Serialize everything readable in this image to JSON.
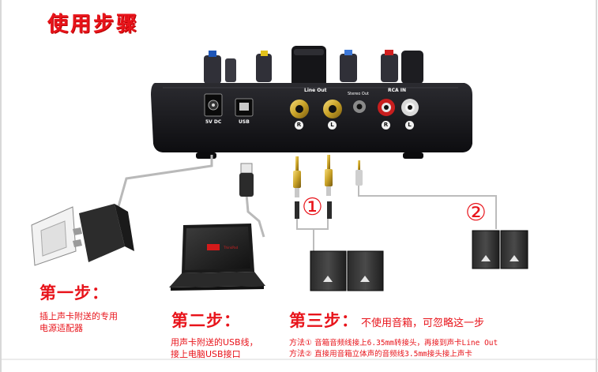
{
  "title": "使用步骤",
  "device": {
    "labels": {
      "power": "5V DC",
      "usb": "USB",
      "line_out": "Line Out",
      "stereo_out": "Stereo Out",
      "rca_in": "RCA IN"
    },
    "jack_letters": [
      "R",
      "L",
      "R",
      "L"
    ]
  },
  "laptop_brand": "ThinkPad",
  "markers": [
    "①",
    "②"
  ],
  "step1": {
    "heading": "第一步：",
    "lines": [
      "插上声卡附送的专用",
      "电源适配器"
    ]
  },
  "step2": {
    "heading": "第二步：",
    "lines": [
      "用声卡附送的USB线，",
      "接上电脑USB接口"
    ]
  },
  "step3": {
    "heading": "第三步：",
    "note": "不使用音箱，可忽略这一步",
    "methods": [
      {
        "label": "方法①",
        "text": "音箱音频线接上6.35mm转接头，再接到声卡Line Out"
      },
      {
        "label": "方法②",
        "text": "直接用音箱立体声的音频线3.5mm接头接上声卡"
      }
    ]
  },
  "colors": {
    "accent_red": "#e8141b",
    "device_body": "#1b1b1e",
    "gold": "#c9a227",
    "border": "#d8d8d8"
  }
}
